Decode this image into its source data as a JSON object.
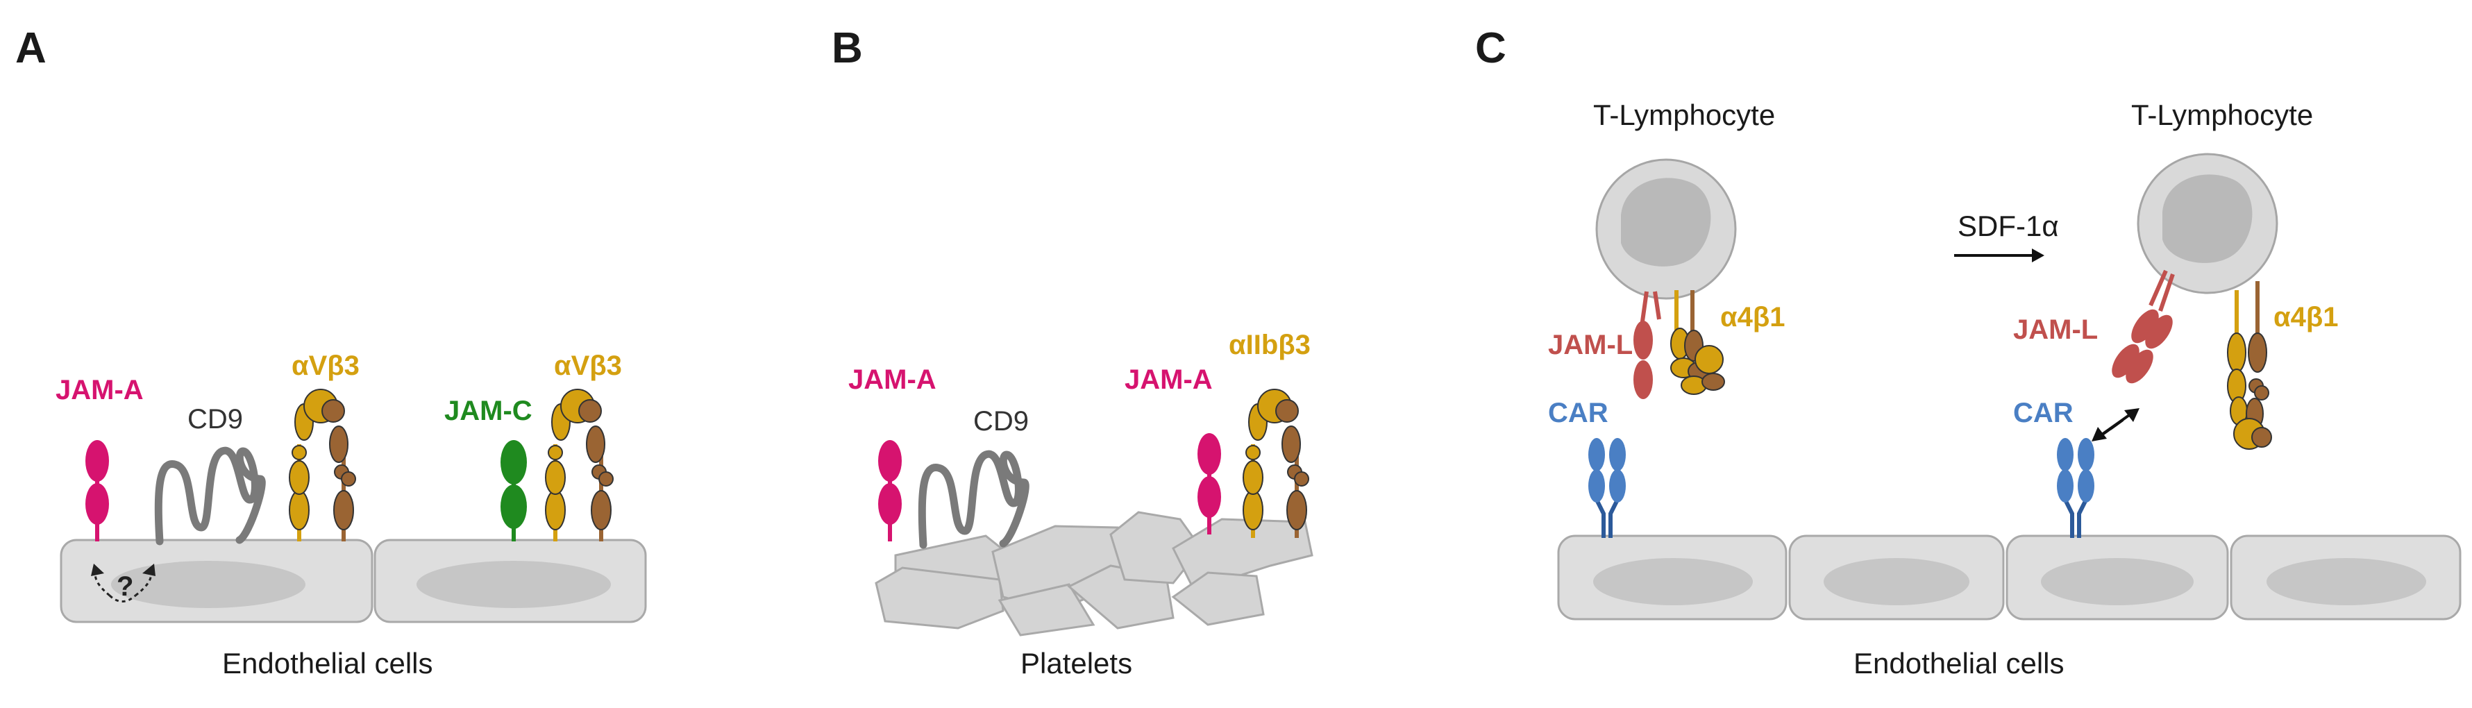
{
  "panels": {
    "a": {
      "letter": "A",
      "caption": "Endothelial cells",
      "jam_a": "JAM-A",
      "cd9": "CD9",
      "integrin_1": "αVβ3",
      "jam_c": "JAM-C",
      "integrin_2": "αVβ3",
      "question": "?"
    },
    "b": {
      "letter": "B",
      "caption": "Platelets",
      "jam_a_1": "JAM-A",
      "cd9": "CD9",
      "jam_a_2": "JAM-A",
      "integrin": "αIIbβ3"
    },
    "c": {
      "letter": "C",
      "caption": "Endothelial cells",
      "lymphocyte_1": "T-Lymphocyte",
      "lymphocyte_2": "T-Lymphocyte",
      "stimulus": "SDF-1α",
      "jam_l_1": "JAM-L",
      "integrin_1": "α4β1",
      "car_1": "CAR",
      "jam_l_2": "JAM-L",
      "integrin_2": "α4β1",
      "car_2": "CAR"
    }
  },
  "colors": {
    "jam_a": "#d6136f",
    "jam_c": "#1f8a1f",
    "cd9": "#7a7a7a",
    "alpha": "#d4a010",
    "beta": "#9a6433",
    "jam_l": "#c0504d",
    "car": "#4a7fc4"
  }
}
